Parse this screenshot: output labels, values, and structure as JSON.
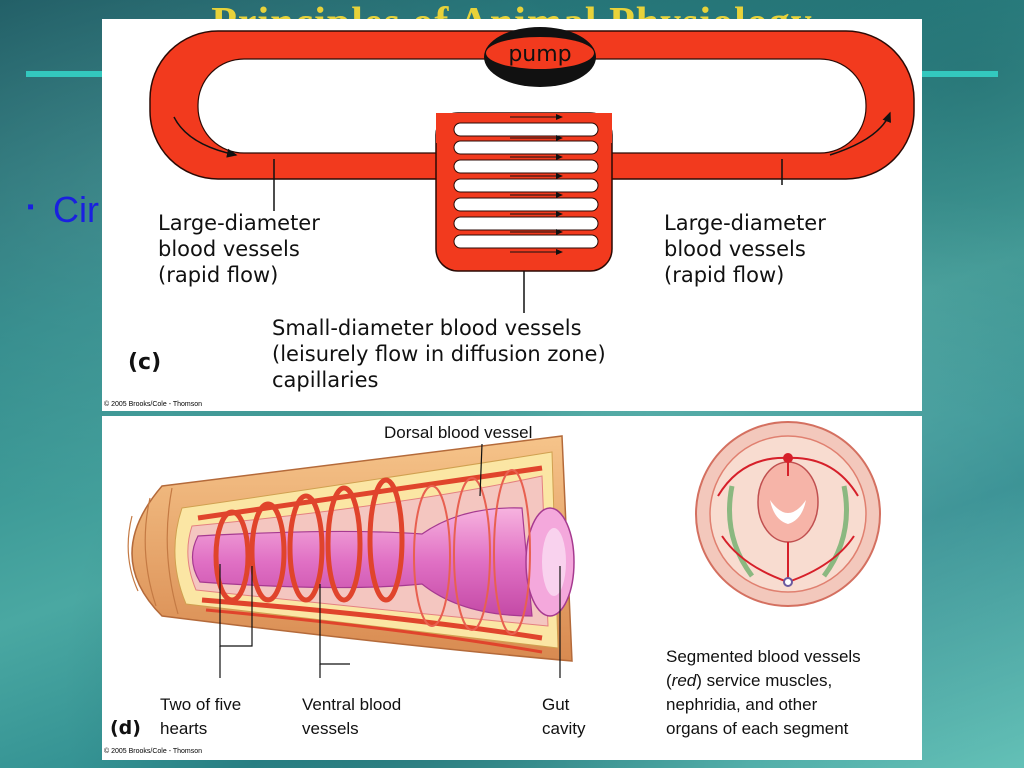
{
  "slide": {
    "title": "Principles of Animal Physiology",
    "bullet": "Cir"
  },
  "panel_c": {
    "pump_label": "pump",
    "left_label": [
      "Large-diameter",
      "blood vessels",
      "(rapid flow)"
    ],
    "right_label": [
      "Large-diameter",
      "blood vessels",
      "(rapid flow)"
    ],
    "bottom_label": [
      "Small-diameter blood vessels",
      "(leisurely flow in diffusion zone)",
      "capillaries"
    ],
    "letter": "(c)",
    "copyright": "© 2005 Brooks/Cole - Thomson"
  },
  "panel_d": {
    "dorsal": "Dorsal blood vessel",
    "hearts": [
      "Two of five",
      "hearts"
    ],
    "ventral": [
      "Ventral blood",
      "vessels"
    ],
    "gut": [
      "Gut",
      "cavity"
    ],
    "segmented": [
      "Segmented blood vessels",
      "(",
      "red",
      ") service muscles,",
      "nephridia, and other",
      "organs of each segment"
    ],
    "letter": "(d)",
    "copyright": "© 2005 Brooks/Cole - Thomson"
  },
  "colors": {
    "vessel_red": "#f23a1e",
    "title_yellow": "#e8d23a",
    "rule_teal": "#33c8be",
    "bullet_blue": "#1a20e0"
  }
}
